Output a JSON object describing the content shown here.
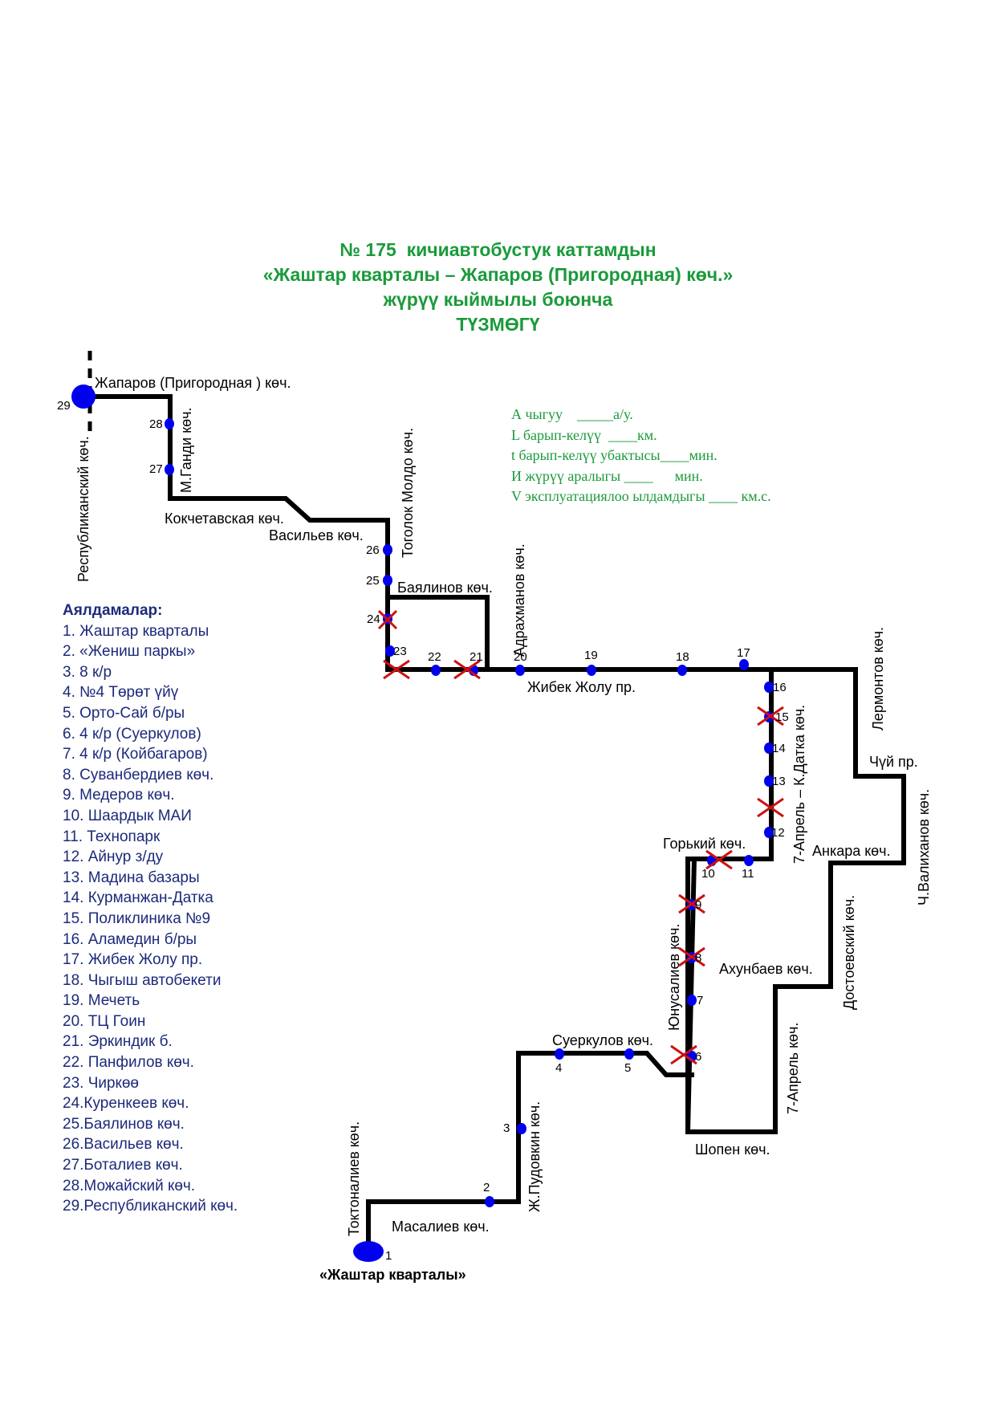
{
  "title": {
    "line1": "№ 175  кичиавтобустук каттамдын",
    "line2": "«Жаштар кварталы – Жапаров (Пригородная) көч.»",
    "line3": "жүрүү кыймылы боюнча",
    "line4": "ТҮЗМӨГҮ"
  },
  "params": {
    "p1": "А чыгуу    _____а/у.",
    "p2": "L барып-келүү  ____км.",
    "p3": "t барып-келүү убактысы____мин.",
    "p4": "И жүрүү аралыгы ____      мин.",
    "p5": "V эксплуатациялоо ылдамдыгы ____ км.с."
  },
  "stops_heading": "Аялдамалар:",
  "stops": [
    "1. Жаштар кварталы",
    "2. «Жениш паркы»",
    "3. 8 к/р",
    "4. №4 Төрөт үйү",
    "5. Орто-Сай б/ры",
    "6. 4 к/р (Суеркулов)",
    "7. 4 к/р (Койбагаров)",
    "8. Суванбердиев көч.",
    "9. Медеров  көч.",
    "10. Шаардык МАИ",
    "11. Технопарк",
    "12. Айнур з/ду",
    "13. Мадина базары",
    "14. Курманжан-Датка",
    "15. Поликлиника №9",
    "16. Аламедин б/ры",
    "17. Жибек Жолу пр.",
    "18. Чыгыш автобекети",
    "19. Мечеть",
    "20. ТЦ Гоин",
    "21. Эркиндик б.",
    "22. Панфилов көч.",
    "23. Чиркөө",
    "24.Куренкеев көч.",
    "25.Баялинов көч.",
    "26.Васильев көч.",
    "27.Боталиев көч.",
    "28.Можайский көч.",
    "29.Республиканский көч."
  ],
  "streets": {
    "zhaparov": "Жапаров (Пригородная ) көч.",
    "respublikanskiy": "Республиканский көч.",
    "gandi": "М.Ганди көч.",
    "kokchetav": "Кокчетавская көч.",
    "vasilev": "Васильев көч.",
    "togolok": "Тоголок Молдо  көч.",
    "bayalinov": "Баялинов көч.",
    "adrakhmanov": "Адрахманов көч.",
    "zhibek": "Жибек Жолу пр.",
    "lermontov": "Лермонтов көч.",
    "chuy": "Чүй пр.",
    "valikhanov": "Ч.Валиханов көч.",
    "kdatka": "7-Апрель – К.Датка көч.",
    "ankara": "Анкара көч.",
    "gorkiy": "Горький көч.",
    "dostoevskiy": "Достоевский көч.",
    "yunusaliev": "Юнусалиев көч.",
    "akhunbaev": "Ахунбаев көч.",
    "aprel7": "7-Апрель көч.",
    "suerkulov": "Суеркулов көч.",
    "pudovkin": "Ж.Пудовкин көч.",
    "shopen": "Шопен көч.",
    "toktonaliev": "Токтоналиев көч.",
    "masaliev": "Масалиев көч."
  },
  "terminal_label": "«Жаштар кварталы»",
  "stop_numbers": [
    "1",
    "2",
    "3",
    "4",
    "5",
    "6",
    "7",
    "8",
    "9",
    "10",
    "11",
    "12",
    "13",
    "14",
    "15",
    "16",
    "17",
    "18",
    "19",
    "20",
    "21",
    "22",
    "23",
    "24",
    "25",
    "26",
    "27",
    "28",
    "29"
  ],
  "colors": {
    "route": "#000000",
    "stop": "#0000ee",
    "cancelled": "#cc1111",
    "title": "#1a9a3a",
    "list": "#1c2a7a"
  }
}
